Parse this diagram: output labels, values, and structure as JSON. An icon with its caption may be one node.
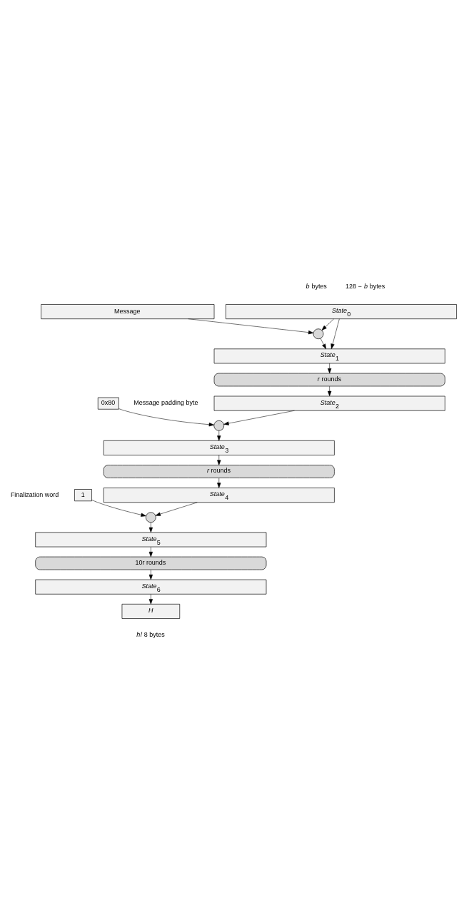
{
  "diagram": {
    "nodes": [
      {
        "text": [
          "*State*$_{0}$"
        ]
      },
      {
        "text": [
          "Message"
        ]
      },
      {
        "text": [],
        "shape": "circle"
      },
      {
        "text": [
          "*State*$_{1}$"
        ]
      },
      {
        "text": [
          "*r* rounds"
        ]
      },
      {
        "text": [
          "*State*$_{2}$"
        ]
      },
      {
        "text": [],
        "shape": "circle"
      },
      {
        "text": [
          "0x80"
        ],
        "beside": [
          "Message padding byte"
        ]
      },
      {
        "text": [
          "*State*$_{3}$"
        ]
      },
      {
        "text": [
          "*r* rounds"
        ]
      },
      {
        "text": [
          "*State*$_{4}$"
        ]
      },
      {
        "text": [
          "1"
        ],
        "beside": [
          "Finalization word"
        ]
      },
      {
        "text": [],
        "shape": "circle"
      },
      {
        "text": [
          "*State*$_{5}$"
        ]
      },
      {
        "text": [
          "10r rounds"
        ]
      },
      {
        "text": [
          "*State*$_{6}$"
        ]
      },
      {
        "text": [
          "*H*"
        ]
      }
    ],
    "edges": [
      {
        "from": 0,
        "to": 2,
        "arrow": "to"
      },
      {
        "from": 1,
        "to": 2,
        "arrow": "to"
      },
      {
        "from": 2,
        "to": 3,
        "arrow": "to"
      },
      {
        "from": 0,
        "to": 3,
        "arrow": "to"
      },
      {
        "from": 3,
        "to": 4,
        "arrow": "to"
      },
      {
        "from": 4,
        "to": 5,
        "arrow": "to"
      },
      {
        "from": 5,
        "to": 6,
        "arrow": "to"
      },
      {
        "from": 7,
        "to": 6,
        "arrow": "to"
      },
      {
        "from": 6,
        "to": 8,
        "arrow": "to"
      },
      {
        "from": 8,
        "to": 9,
        "arrow": "to"
      },
      {
        "from": 9,
        "to": 10,
        "arrow": "to"
      },
      {
        "from": 10,
        "to": 12,
        "arrow": "to"
      },
      {
        "from": 11,
        "to": 12,
        "arrow": "to"
      },
      {
        "from": 12,
        "to": 13,
        "arrow": "to"
      },
      {
        "from": 13,
        "to": 14,
        "arrow": "to"
      },
      {
        "from": 14,
        "to": 15,
        "arrow": "to"
      },
      {
        "from": 15,
        "to": 16,
        "arrow": "to"
      }
    ],
    "labels": [
      "*b* bytes",
      "128 − *b* bytes",
      "*h*/ 8 bytes"
    ]
  }
}
